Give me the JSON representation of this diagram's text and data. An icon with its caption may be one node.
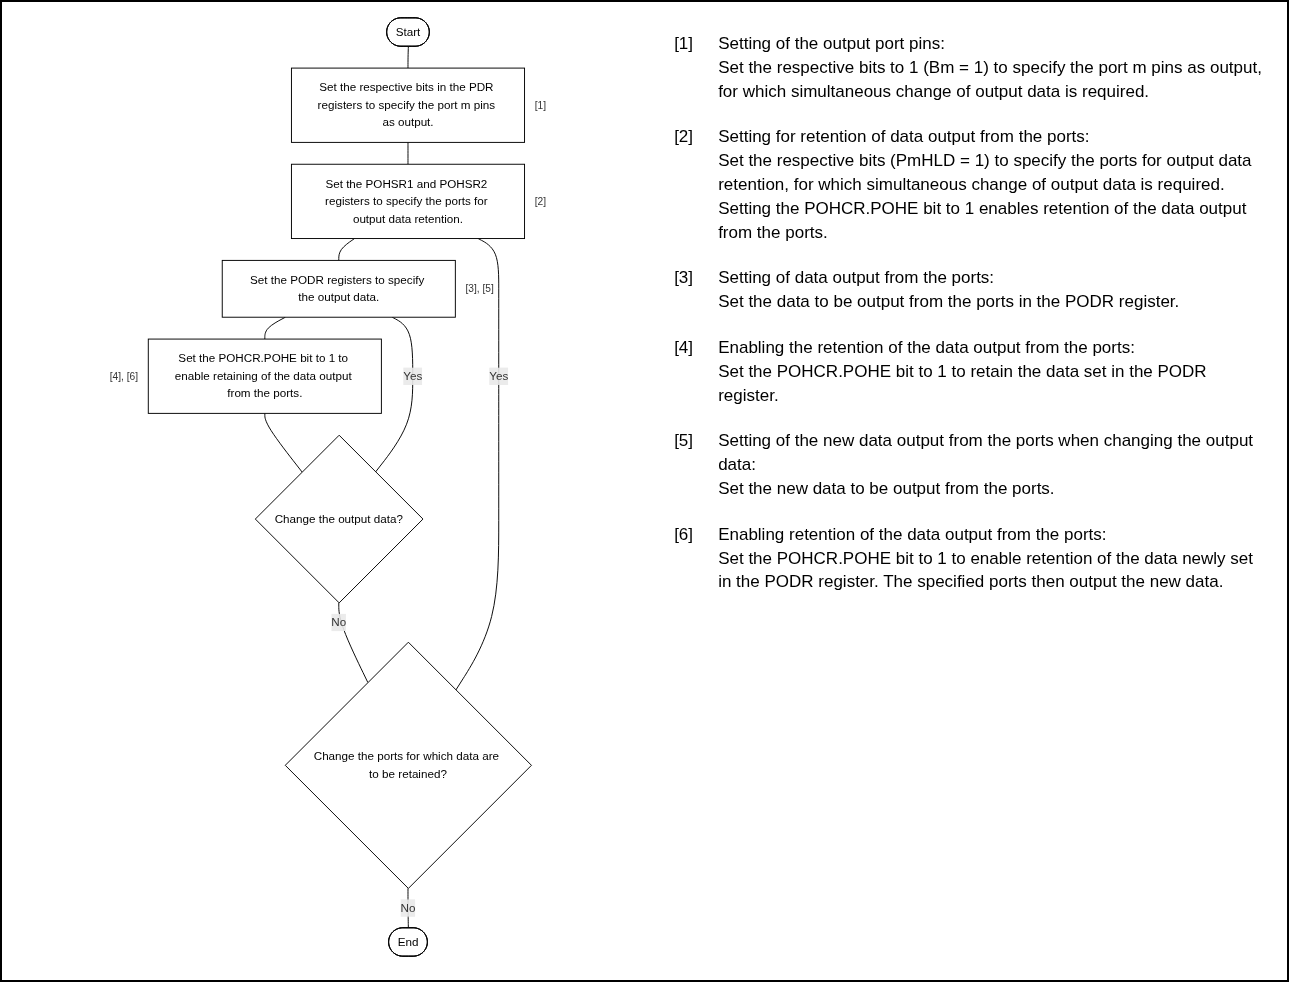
{
  "diagram": {
    "nodes": [
      {
        "text": [
          "Start"
        ]
      },
      {
        "text": [
          "Set the respective bits in the PDR registers to specify the port m pins as output."
        ],
        "beside": [
          "[1]"
        ]
      },
      {
        "text": [
          "Set the POHSR1 and POHSR2 registers to specify the ports for output data retention."
        ],
        "beside": [
          "[2]"
        ]
      },
      {
        "text": [
          "Set the PODR registers to specify the output data."
        ],
        "beside": [
          "[3], [5]"
        ]
      },
      {
        "text": [
          "Set the POHCR.POHE bit to 1 to enable retaining of the data output from the ports."
        ],
        "beside": [
          "[4], [6]"
        ]
      },
      {
        "text": [
          "Change the output data?"
        ]
      },
      {
        "text": [
          "Change the ports for which data are to be retained?"
        ]
      },
      {
        "text": [
          "End"
        ]
      }
    ],
    "edges": [
      {
        "from": 0,
        "to": 1,
        "arrow": "none"
      },
      {
        "from": 1,
        "to": 2,
        "arrow": "none"
      },
      {
        "from": 2,
        "to": 3,
        "arrow": "none"
      },
      {
        "from": 3,
        "to": 4,
        "arrow": "none"
      },
      {
        "from": 4,
        "to": 5,
        "arrow": "none"
      },
      {
        "from": 5,
        "to": 3,
        "label": "Yes",
        "arrow": "none"
      },
      {
        "from": 5,
        "to": 6,
        "label": "No",
        "arrow": "none"
      },
      {
        "from": 6,
        "to": 2,
        "label": "Yes",
        "arrow": "none"
      },
      {
        "from": 6,
        "to": 7,
        "label": "No",
        "arrow": "none"
      }
    ],
    "labels": [
      "[1]",
      "Setting of the output port pins:",
      "Set the respective bits to 1 (Bm = 1) to specify the port m pins as output, for which simultaneous change of output data is required.",
      "[2]",
      "Setting for retention of data output from the ports:",
      "Set the respective bits (PmHLD = 1) to specify the ports for output data retention, for which simultaneous change of output data is required. Setting the POHCR.POHE bit to 1 enables retention of the data output from the ports.",
      "[3]",
      "Setting of data output from the ports:",
      "Set the data to be output from the ports in the PODR register.",
      "[4]",
      "Enabling the retention of the data output from the ports:",
      "Set the POHCR.POHE bit to 1 to retain the data set in the PODR register.",
      "[5]",
      "Setting of the new data output from the ports when changing the output data:",
      "Set the new data to be output from the ports.",
      "[6]",
      "Enabling retention of the data output from the ports:",
      "Set the POHCR.POHE bit to 1 to enable retention of the data newly set in the PODR register. The specified ports then output the new data."
    ]
  }
}
